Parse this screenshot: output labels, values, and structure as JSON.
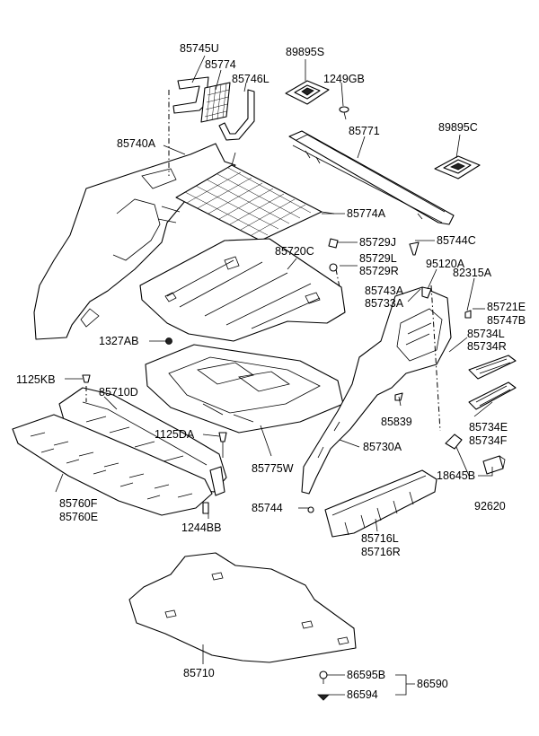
{
  "labels": {
    "p85745U": "85745U",
    "p85774": "85774",
    "p85746L": "85746L",
    "p89895S": "89895S",
    "p1249GB": "1249GB",
    "p85771": "85771",
    "p89895C": "89895C",
    "p85740A": "85740A",
    "p85774A": "85774A",
    "p85720C": "85720C",
    "p85729J": "85729J",
    "p85744C": "85744C",
    "p85729L": "85729L",
    "p85729R": "85729R",
    "p95120A": "95120A",
    "p82315A": "82315A",
    "p85743A": "85743A",
    "p85733A": "85733A",
    "p85721E": "85721E",
    "p85747B": "85747B",
    "p1327AB": "1327AB",
    "p85734L": "85734L",
    "p85734R": "85734R",
    "p1125KB": "1125KB",
    "p85710D": "85710D",
    "p85839": "85839",
    "p85734E": "85734E",
    "p85734F": "85734F",
    "p1125DA": "1125DA",
    "p85730A": "85730A",
    "p85775W": "85775W",
    "p18645B": "18645B",
    "p85760F": "85760F",
    "p85760E": "85760E",
    "p92620": "92620",
    "p85744": "85744",
    "p1244BB": "1244BB",
    "p85716L": "85716L",
    "p85716R": "85716R",
    "p85710": "85710",
    "p86595B": "86595B",
    "p86590": "86590",
    "p86594": "86594"
  }
}
